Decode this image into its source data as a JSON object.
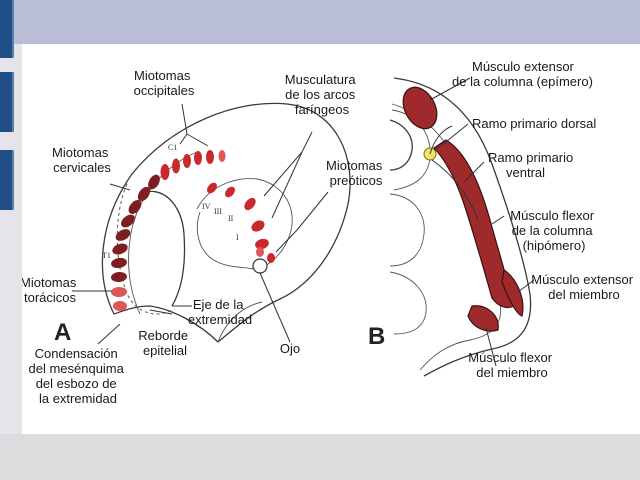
{
  "colors": {
    "top_band": "#b9bdd6",
    "side_tabs": "#1f4f86",
    "background": "#e4e4ea",
    "muscle_red": "#9e2a2b",
    "somite_red": "#c9282d",
    "nerve_yellow": "#f3e26b"
  },
  "panel_a": {
    "letter": "A",
    "labels": {
      "occipital": [
        "Miotomas",
        "occipitales"
      ],
      "cervical": [
        "Miotomas",
        "cervicales"
      ],
      "thoracic": [
        "Miotomas",
        "torácicos"
      ],
      "pharyngeal": [
        "Musculatura",
        "de los arcos",
        "faríngeos"
      ],
      "preotic": [
        "Miotomas",
        "preóticos"
      ],
      "limb_axis": [
        "Eje de la",
        "extremidad"
      ],
      "ridge": [
        "Reborde",
        "epitelial"
      ],
      "eye": "Ojo",
      "condensation": [
        "Condensación",
        "del mesénquima",
        "del esbozo de",
        "la extremidad"
      ]
    },
    "marks": {
      "c1": "C1",
      "t1": "T1",
      "arch_numerals": [
        "IV",
        "III",
        "II",
        "I"
      ]
    }
  },
  "panel_b": {
    "letter": "B",
    "labels": {
      "epimere": [
        "Músculo extensor",
        "de la columna (epímero)"
      ],
      "dorsal_ramus": "Ramo primario dorsal",
      "ventral_ramus": [
        "Ramo primario",
        "ventral"
      ],
      "hypomere": [
        "Músculo flexor",
        "de la columna",
        "(hipómero)"
      ],
      "limb_extensor": [
        "Músculo extensor",
        "del miembro"
      ],
      "limb_flexor": [
        "Músculo flexor",
        "del miembro"
      ]
    }
  }
}
